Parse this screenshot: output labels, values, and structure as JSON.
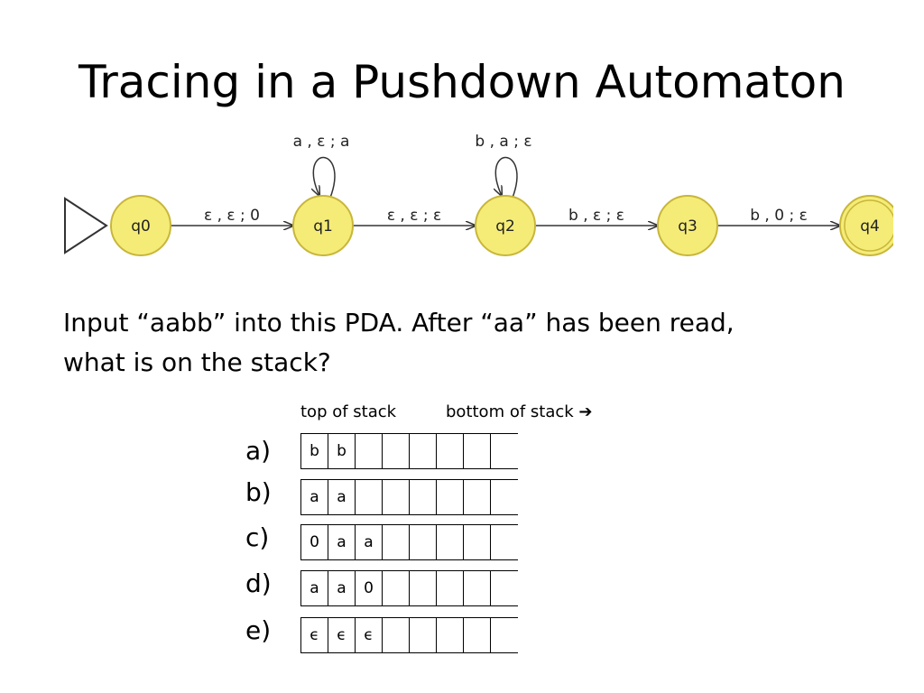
{
  "title": "Tracing in a Pushdown Automaton",
  "diagram": {
    "states": [
      {
        "id": "q0",
        "label": "q0",
        "start": true,
        "final": false
      },
      {
        "id": "q1",
        "label": "q1",
        "start": false,
        "final": false
      },
      {
        "id": "q2",
        "label": "q2",
        "start": false,
        "final": false
      },
      {
        "id": "q3",
        "label": "q3",
        "start": false,
        "final": false
      },
      {
        "id": "q4",
        "label": "q4",
        "start": false,
        "final": true
      }
    ],
    "transitions": [
      {
        "from": "q0",
        "to": "q1",
        "label": "ε , ε ; 0"
      },
      {
        "from": "q1",
        "to": "q1",
        "label": "a , ε ; a"
      },
      {
        "from": "q1",
        "to": "q2",
        "label": "ε , ε ; ε"
      },
      {
        "from": "q2",
        "to": "q2",
        "label": "b , a ; ε"
      },
      {
        "from": "q2",
        "to": "q3",
        "label": "b , ε ; ε"
      },
      {
        "from": "q3",
        "to": "q4",
        "label": "b , 0 ; ε"
      }
    ],
    "colors": {
      "state_fill": "#f5ec78",
      "state_stroke": "#c8b63a",
      "edge": "#333333"
    }
  },
  "question": {
    "line1": "Input “aabb” into this PDA. After “aa” has been read,",
    "line2": "what is on the stack?"
  },
  "stack_header": {
    "top": "top of stack",
    "bottom": "bottom of stack",
    "arrow": "➔"
  },
  "options": [
    {
      "letter": "a)",
      "cells": [
        "b",
        "b",
        "",
        "",
        "",
        "",
        "",
        ""
      ]
    },
    {
      "letter": "b)",
      "cells": [
        "a",
        "a",
        "",
        "",
        "",
        "",
        "",
        ""
      ]
    },
    {
      "letter": "c)",
      "cells": [
        "0",
        "a",
        "a",
        "",
        "",
        "",
        "",
        ""
      ]
    },
    {
      "letter": "d)",
      "cells": [
        "a",
        "a",
        "0",
        "",
        "",
        "",
        "",
        ""
      ]
    },
    {
      "letter": "e)",
      "cells": [
        "ϵ",
        "ϵ",
        "ϵ",
        "",
        "",
        "",
        "",
        ""
      ]
    }
  ]
}
